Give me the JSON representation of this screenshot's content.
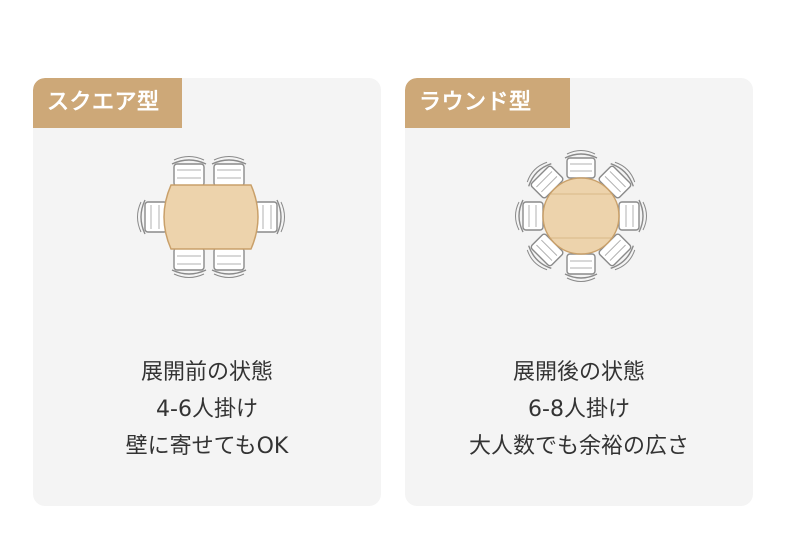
{
  "cards": [
    {
      "tag": "スクエア型",
      "lines": [
        "展開前の状態",
        "4-6人掛け",
        "壁に寄せてもOK"
      ],
      "table_shape": "rectangle"
    },
    {
      "tag": "ラウンド型",
      "lines": [
        "展開後の状態",
        "6-8人掛け",
        "大人数でも余裕の広さ"
      ],
      "table_shape": "circle"
    }
  ],
  "colors": {
    "tag_background": "#cda878",
    "tag_text": "#ffffff",
    "card_background": "#f4f4f4",
    "table_fill": "#edd3ac",
    "table_stroke": "#c9a06a",
    "chair_stroke": "#8a8a8a",
    "caption_text": "#333333"
  }
}
